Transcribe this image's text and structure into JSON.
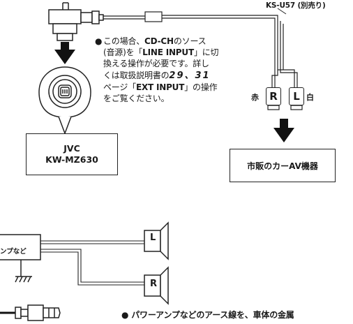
{
  "cable_label": "KS-U57 (別売り)",
  "note": {
    "bullet": "●",
    "lines": [
      [
        "この場合、",
        "CD-CH",
        "のソース"
      ],
      [
        "(音源)を「",
        "LINE INPUT",
        "」に切"
      ],
      [
        "換える操作が必要です。詳し"
      ],
      [
        "くは取扱説明書の",
        "29、31",
        ""
      ],
      [
        "ページ「",
        "EXT INPUT",
        "」の操作"
      ],
      [
        "をご覧ください。"
      ]
    ]
  },
  "unit": {
    "brand": "JVC",
    "model": "KW-MZ630"
  },
  "av_device": "市販のカーAV機器",
  "plugs": {
    "right": "R",
    "left": "L",
    "right_color": "赤",
    "left_color": "白"
  },
  "amp_label": "ンプなど",
  "speakers": {
    "left": "L",
    "right": "R"
  },
  "bottom_note": "● パワーアンプなどのアース線を、車体の金属"
}
